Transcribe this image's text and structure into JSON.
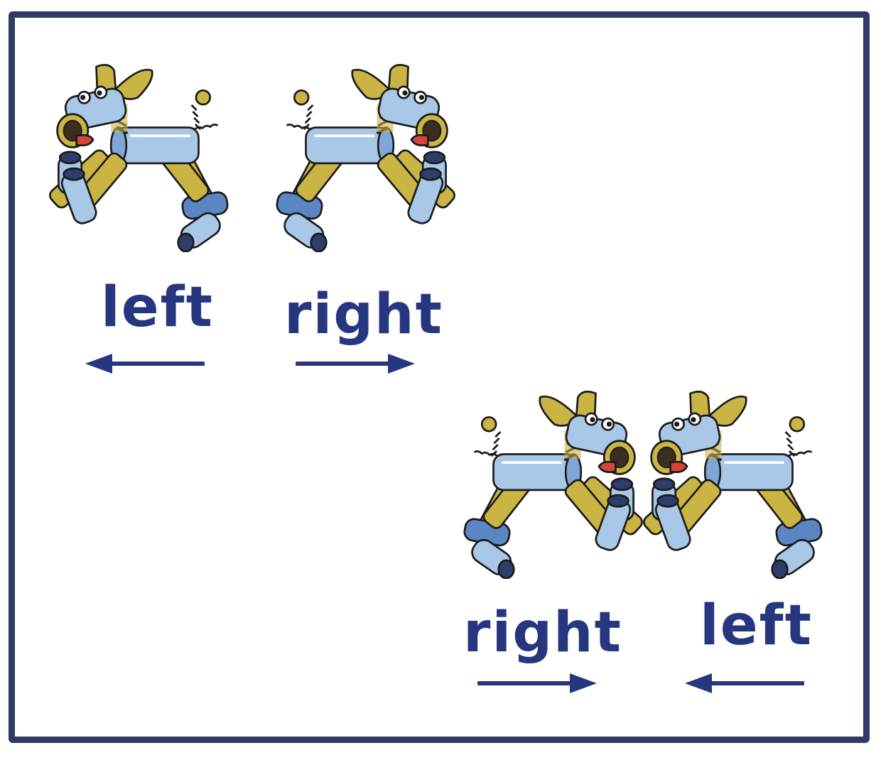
{
  "colors": {
    "frame": "#2f3a68",
    "text": "#263780",
    "robot_body": "#a9c8e8",
    "robot_body_dark": "#5b86c4",
    "robot_legs": "#c9b444",
    "robot_nose": "#d8443a",
    "outline": "#1b1b1b"
  },
  "pairs": [
    {
      "robots": [
        {
          "facing": "left",
          "icon": "robot-dog-icon"
        },
        {
          "facing": "right",
          "icon": "robot-dog-icon"
        }
      ],
      "labels": [
        {
          "text": "left",
          "arrow_direction": "left",
          "icon": "arrow-left-icon"
        },
        {
          "text": "right",
          "arrow_direction": "right",
          "icon": "arrow-right-icon"
        }
      ]
    },
    {
      "robots": [
        {
          "facing": "right",
          "icon": "robot-dog-icon"
        },
        {
          "facing": "left",
          "icon": "robot-dog-icon"
        }
      ],
      "labels": [
        {
          "text": "right",
          "arrow_direction": "right",
          "icon": "arrow-right-icon"
        },
        {
          "text": "left",
          "arrow_direction": "left",
          "icon": "arrow-left-icon"
        }
      ]
    }
  ]
}
